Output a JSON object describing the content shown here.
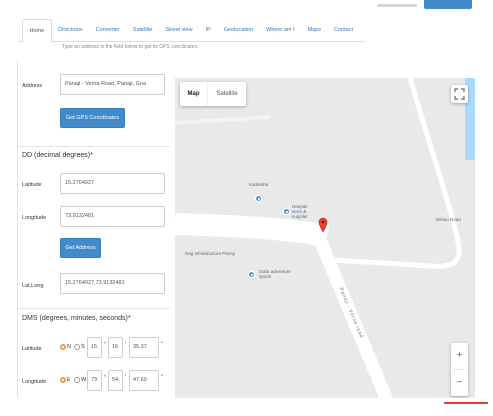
{
  "colors": {
    "accent": "#428bca",
    "link": "#337ab7",
    "radio": "#f0a030",
    "marker": "#ea4335",
    "water": "#aadaff",
    "map_bg": "#e9e9e9",
    "poi": "#5b8fd6",
    "red_bar": "#e53935"
  },
  "icons": {
    "fullscreen": "fullscreen-icon",
    "marker": "map-marker-icon",
    "poi": "poi-icon"
  },
  "nav": {
    "tabs": [
      {
        "label": "Home",
        "active": true
      },
      {
        "label": "Directions",
        "active": false
      },
      {
        "label": "Converter",
        "active": false
      },
      {
        "label": "Satellite",
        "active": false
      },
      {
        "label": "Street view",
        "active": false
      },
      {
        "label": "IP",
        "active": false
      },
      {
        "label": "Geolocation",
        "active": false
      },
      {
        "label": "Where am I",
        "active": false
      },
      {
        "label": "Maps",
        "active": false
      },
      {
        "label": "Contact",
        "active": false
      }
    ]
  },
  "header": {
    "intro": "Type an address in the field below to get its GPS coordinates."
  },
  "address": {
    "label": "Address",
    "value": "Panaji - Verna Road, Panaji, Goa",
    "button": "Get GPS Coordinates"
  },
  "dd": {
    "heading": "DD (decimal degrees)*",
    "lat_label": "Latitude",
    "lat_value": "15.2764927",
    "lng_label": "Longitude",
    "lng_value": "73.9132481",
    "button": "Get Address",
    "latlng_label": "Lat,Long",
    "latlng_value": "15.2764927,73.9132481"
  },
  "dms": {
    "heading": "DMS (degrees, minutes, seconds)*",
    "units": {
      "deg": "°",
      "min": "'",
      "sec": "''"
    },
    "lat": {
      "label": "Latitude",
      "dir_a": "N",
      "dir_b": "S",
      "deg": "15",
      "min": "16",
      "sec": "35.37"
    },
    "lng": {
      "label": "Longitude",
      "dir_a": "E",
      "dir_b": "W",
      "deg": "73",
      "min": "54",
      "sec": "47.69"
    }
  },
  "map": {
    "type_map": "Map",
    "type_satellite": "Satellite",
    "zoom_in": "+",
    "zoom_out": "−",
    "road_label": "Panaji - Verna road",
    "places": [
      {
        "name": "Kadamba"
      },
      {
        "name": "Deepak store & supplier"
      },
      {
        "name": "Velsao Road"
      },
      {
        "name": "Rag Infrastructure Panaji"
      },
      {
        "name": "Solar adventure sports"
      }
    ]
  }
}
